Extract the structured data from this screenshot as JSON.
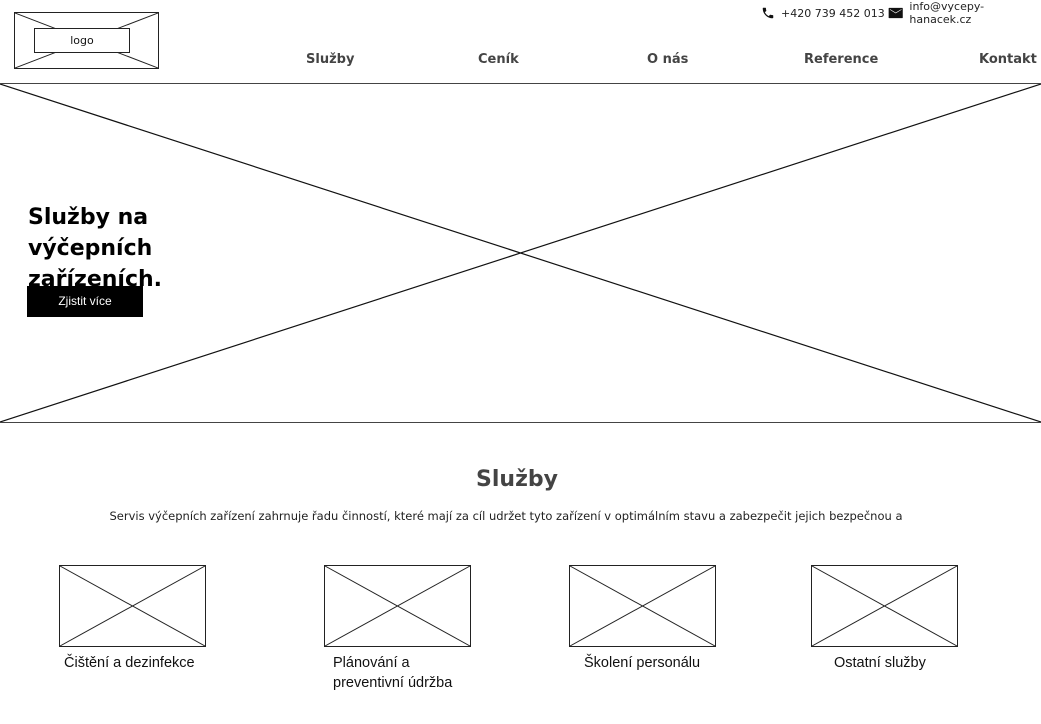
{
  "header": {
    "logo_label": "logo",
    "phone": "+420 739 452 013",
    "email": "info@vycepy-hanacek.cz",
    "nav": [
      "Služby",
      "Ceník",
      "O nás",
      "Reference",
      "Kontakt"
    ]
  },
  "hero": {
    "title_line1": "Služby na výčepních",
    "title_line2": "zařízeních.",
    "button_label": "Zjistit více"
  },
  "services": {
    "title": "Služby",
    "description": "Servis výčepních zařízení zahrnuje řadu činností, které mají za cíl udržet tyto zařízení v optimálním stavu a zabezpečit jejich bezpečnou a",
    "cards": [
      {
        "label": "Čištění a dezinfekce"
      },
      {
        "label_line1": "Plánování a",
        "label_line2": "preventivní údržba"
      },
      {
        "label": "Školení personálu"
      },
      {
        "label": "Ostatní služby"
      }
    ]
  },
  "icons": {
    "phone": "phone-icon",
    "email": "mail-icon"
  },
  "colors": {
    "button_bg": "#000000",
    "button_text": "#ffffff",
    "nav_text": "#444444",
    "heading": "#444444"
  }
}
